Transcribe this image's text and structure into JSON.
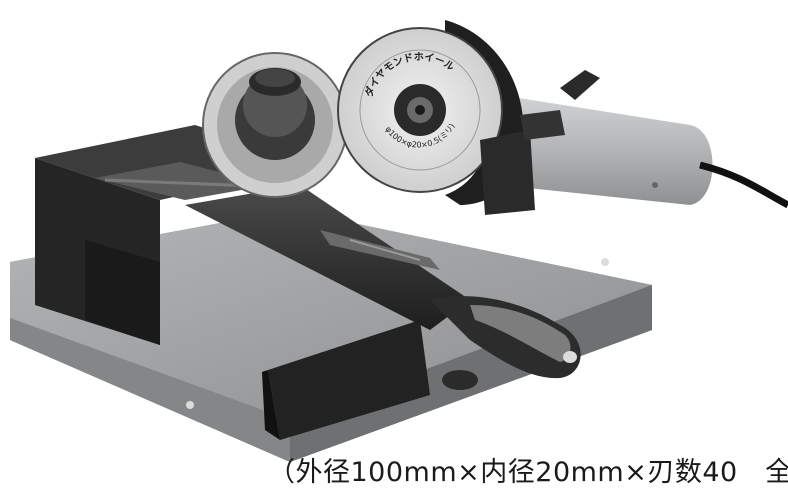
{
  "caption": "（外径100mm×内径20mm×刃数40　全",
  "wheel": {
    "label": "ダイヤモンドホイール",
    "size": "φ100×φ20×0.5(ミリ)"
  },
  "colors": {
    "background": "#ffffff",
    "base_plate": "#9a9b9d",
    "bracket": "#2a2a2a",
    "motor_body": "#b8b9bb",
    "wheel_face": "#e4e4e4",
    "handle_grip": "#3a3a3a"
  }
}
